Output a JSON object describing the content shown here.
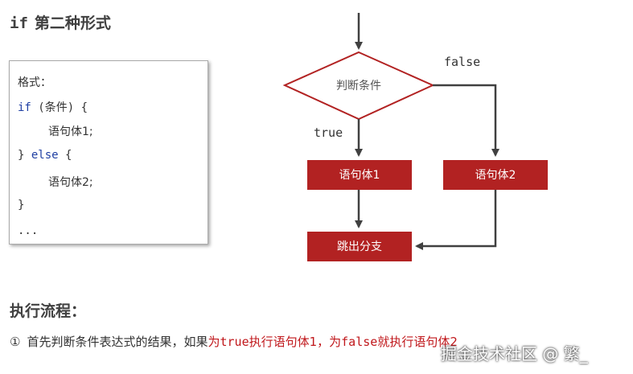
{
  "heading": {
    "keyword": "if",
    "text": "第二种形式"
  },
  "code": {
    "format_label": "格式：",
    "line1_kw": "if",
    "line1_rest": " (条件) {",
    "line2": "语句体1;",
    "line3_brace": "} ",
    "line3_kw": "else",
    "line3_rest": " {",
    "line4": "语句体2;",
    "line5": "}",
    "line6": "..."
  },
  "flow": {
    "condition": "判断条件",
    "true_label": "true",
    "false_label": "false",
    "stmt1": "语句体1",
    "stmt2": "语句体2",
    "exit": "跳出分支",
    "colors": {
      "box": "#b22222",
      "diamond_stroke": "#b22222",
      "arrow": "#404040"
    }
  },
  "section_title": "执行流程：",
  "step1": {
    "num": "①",
    "part1": "首先判断条件表达式的结果，如果",
    "part2": "为",
    "part3": "true",
    "part4": "执行语句体1，为",
    "part5": "false",
    "part6": "就执行语句体2"
  },
  "watermark": "掘金技术社区 @ 繁_"
}
